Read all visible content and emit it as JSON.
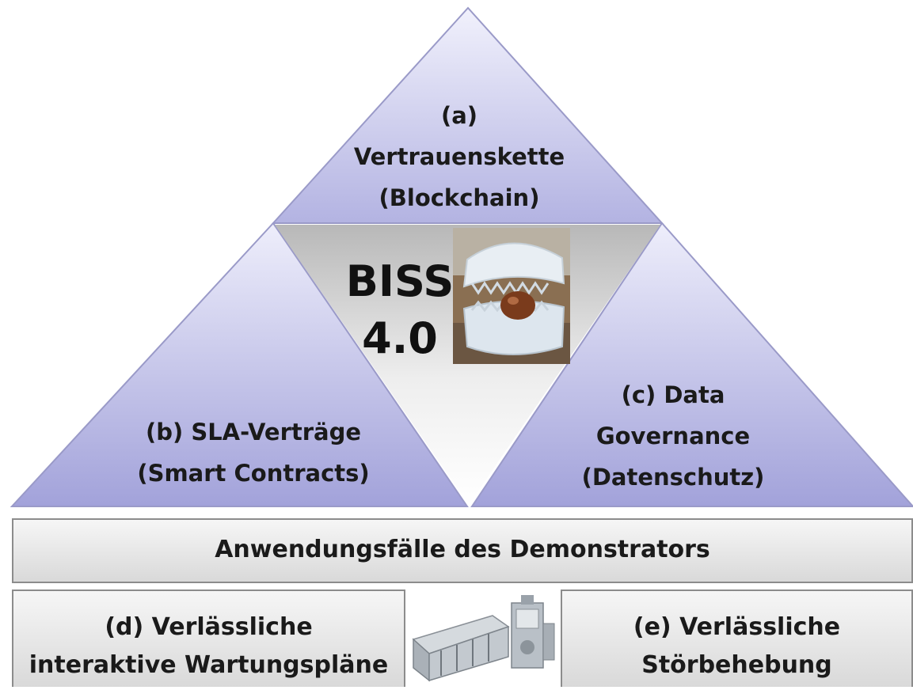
{
  "triangles": {
    "a": {
      "lines": [
        "(a)",
        "Vertrauenskette",
        "(Blockchain)"
      ]
    },
    "b": {
      "lines": [
        "(b) SLA-Verträge",
        "(Smart Contracts)"
      ]
    },
    "c": {
      "lines": [
        "(c) Data",
        "Governance",
        "(Datenschutz)"
      ]
    }
  },
  "center": {
    "lines": [
      "BISS",
      "4.0"
    ]
  },
  "use_cases": {
    "label": "Anwendungsfälle des Demonstrators"
  },
  "boxes": {
    "d": {
      "lines": [
        "(d) Verlässliche",
        "interaktive Wartungspläne"
      ]
    },
    "e": {
      "lines": [
        "(e) Verlässliche",
        "Störbehebung"
      ]
    }
  },
  "colors": {
    "triangle_light": "#e6e6f6",
    "triangle_dark": "#a4a4dc",
    "triangle_edge": "#9a9ac8",
    "center_top": "#bdbdbd",
    "center_bottom": "#ffffff",
    "box_fill": "#e6e6e6"
  },
  "icons": {
    "center_photo": "dental-model-photo",
    "bottom_photo": "production-machine-photo"
  }
}
